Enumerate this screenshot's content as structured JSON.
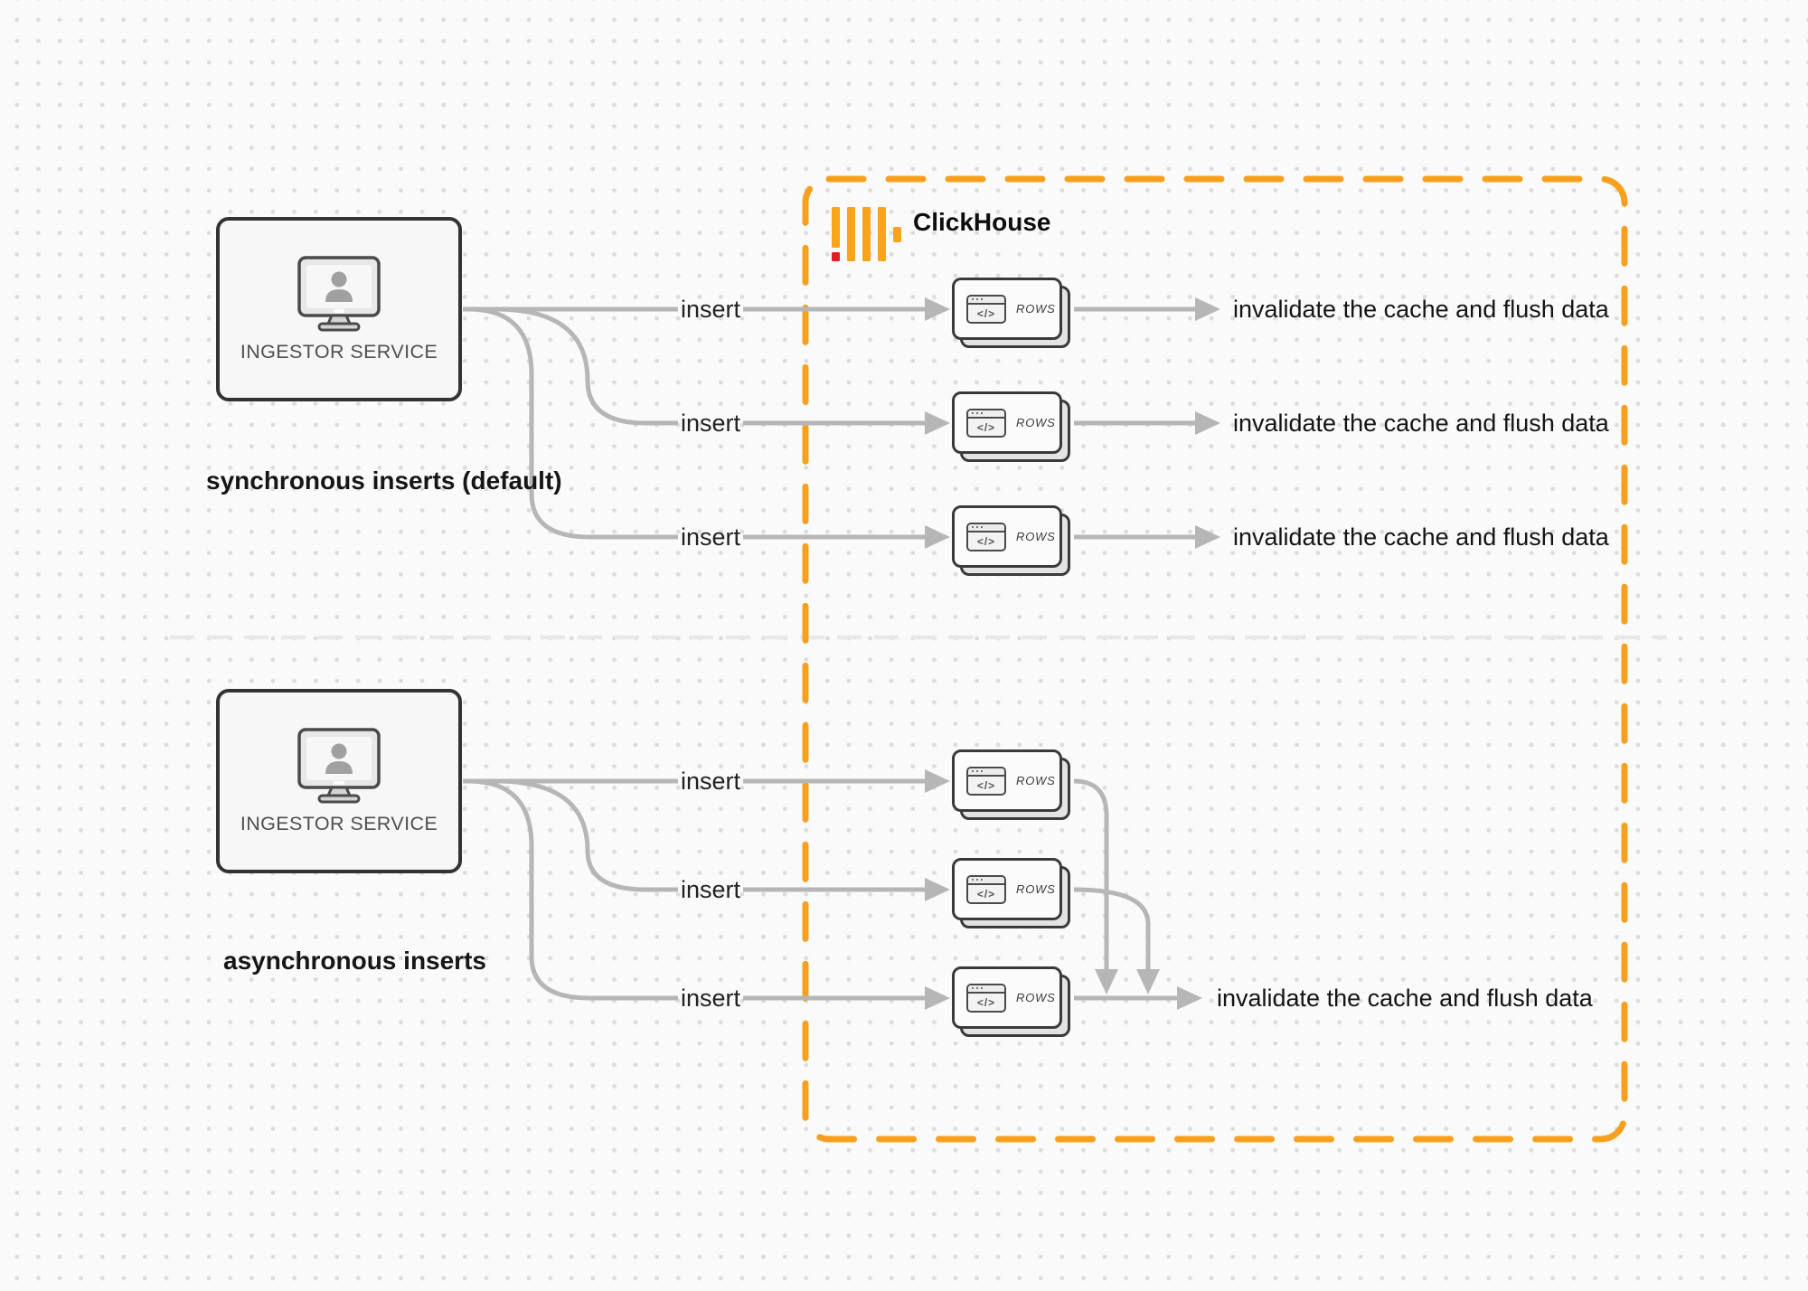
{
  "clickhouse": {
    "label": "ClickHouse"
  },
  "sync": {
    "service": "INGESTOR SERVICE",
    "caption": "synchronous inserts (default)",
    "rows": [
      {
        "insert": "insert",
        "rows_label": "ROWS",
        "result": "invalidate the cache and flush data"
      },
      {
        "insert": "insert",
        "rows_label": "ROWS",
        "result": "invalidate the cache and flush data"
      },
      {
        "insert": "insert",
        "rows_label": "ROWS",
        "result": "invalidate the cache and flush data"
      }
    ]
  },
  "async": {
    "service": "INGESTOR SERVICE",
    "caption": "asynchronous inserts",
    "rows": [
      {
        "insert": "insert",
        "rows_label": "ROWS"
      },
      {
        "insert": "insert",
        "rows_label": "ROWS"
      },
      {
        "insert": "insert",
        "rows_label": "ROWS",
        "result": "invalidate the cache and flush data"
      }
    ]
  },
  "icons": {
    "code_glyph": "</>"
  },
  "colors": {
    "accent_orange": "#F7A01E",
    "logo_yellow": "#FAA41A",
    "logo_red": "#E01E24",
    "wire_gray": "#b6b6b6",
    "divider_gray": "#e8e8e8"
  }
}
